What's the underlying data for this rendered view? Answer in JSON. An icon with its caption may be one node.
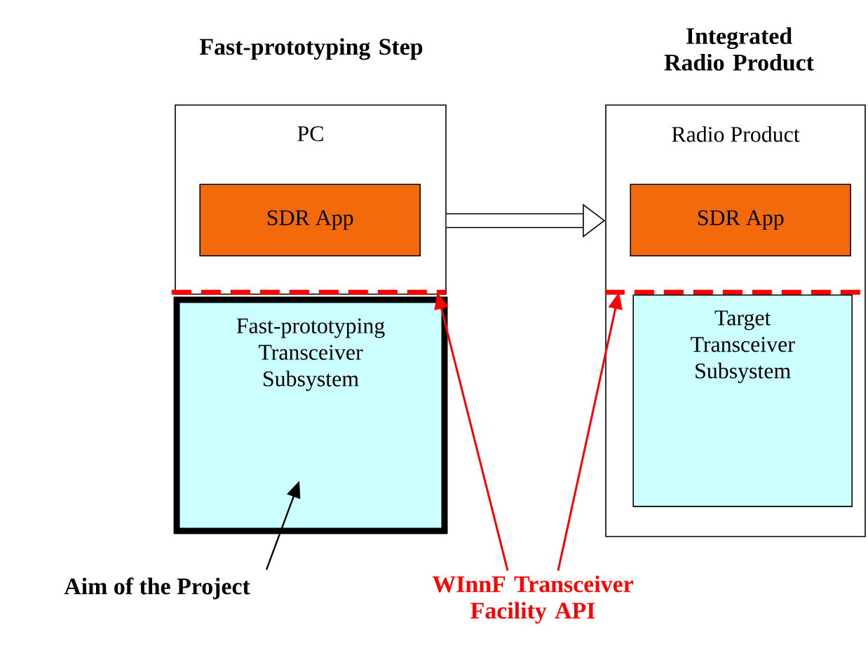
{
  "diagram": {
    "nodes": [
      {
        "text": [
          "PC"
        ]
      },
      {
        "text": [
          "SDR App"
        ],
        "in": 0
      },
      {
        "text": [],
        "shape": "bar",
        "in": 0
      },
      {
        "text": [
          "Fast-prototyping Transceiver Subsystem"
        ]
      },
      {
        "text": [
          "Radio Product"
        ]
      },
      {
        "text": [
          "SDR App"
        ],
        "in": 4
      },
      {
        "text": [],
        "shape": "bar",
        "in": 4
      },
      {
        "text": [
          "Target Transceiver Subsystem"
        ],
        "in": 4
      },
      {
        "text": [
          "Aim of the Project"
        ]
      },
      {
        "text": [
          "WInnF Transceiver Facility API"
        ]
      }
    ],
    "edges": [
      {
        "from": 0,
        "to": 4,
        "arrow": "to",
        "style": "thick"
      },
      {
        "from": 8,
        "to": 3,
        "arrow": "to"
      },
      {
        "from": 9,
        "to": 2,
        "arrow": "to",
        "color": "#ff0000"
      },
      {
        "from": 9,
        "to": 6,
        "arrow": "to",
        "color": "#ff0000"
      }
    ],
    "labels": [
      "Fast-prototyping Step",
      "Integrated Radio Product"
    ]
  }
}
